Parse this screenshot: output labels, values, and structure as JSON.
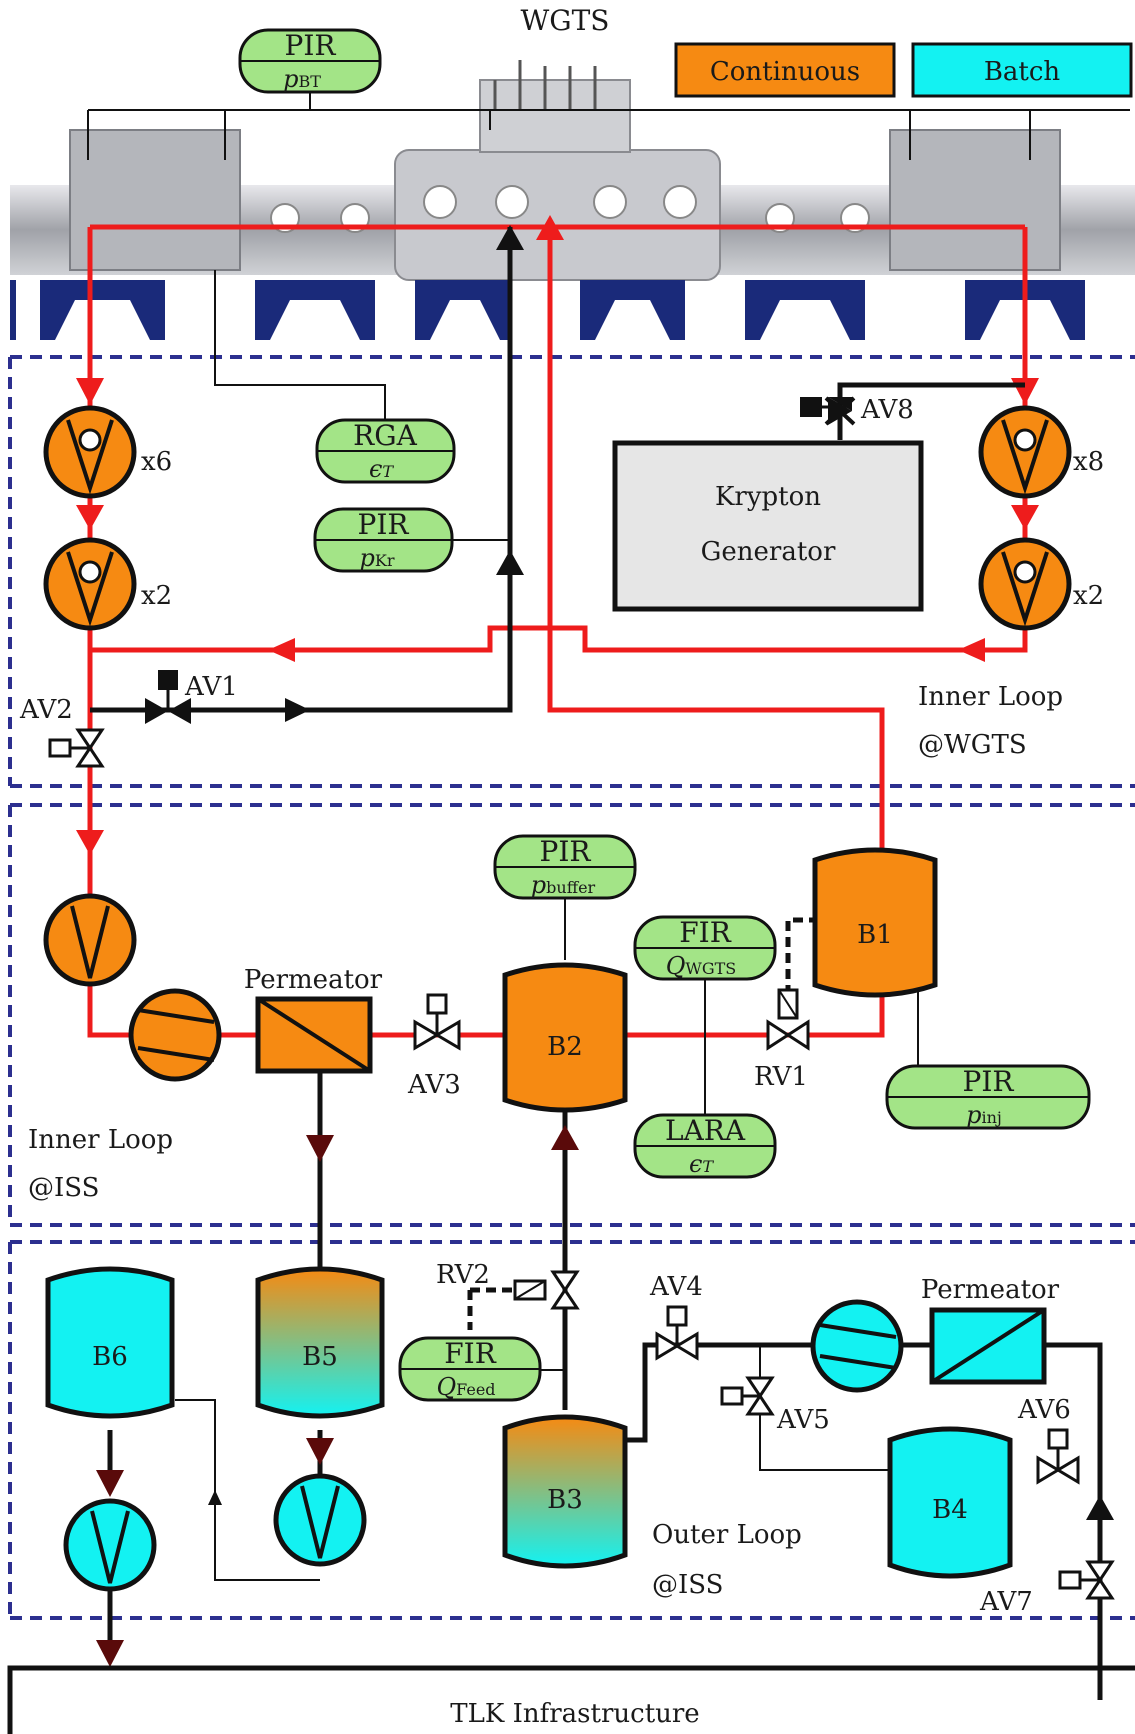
{
  "title": "WGTS",
  "legend": [
    {
      "label": "Continuous",
      "color": "#f68a12"
    },
    {
      "label": "Batch",
      "color": "#13f2f2"
    }
  ],
  "colors": {
    "continuous": "#f68a12",
    "batch": "#13f2f2",
    "instrument": "#a3e487",
    "flow_line": "#ee1c1c",
    "border_dash": "#2c2f8f",
    "arrow_dark": "#5a0a0a"
  },
  "instruments": {
    "pir_bt": {
      "top": "PIR",
      "bottom": "p",
      "sub": "BT"
    },
    "rga": {
      "top": "RGA",
      "bottom": "ϵ",
      "sub": "T"
    },
    "pir_kr": {
      "top": "PIR",
      "bottom": "p",
      "sub": "Kr"
    },
    "pir_buffer": {
      "top": "PIR",
      "bottom": "p",
      "sub": "buffer"
    },
    "fir_wgts": {
      "top": "FIR",
      "bottom": "Q",
      "sub": "WGTS"
    },
    "lara": {
      "top": "LARA",
      "bottom": "ϵ",
      "sub": "T"
    },
    "pir_inj": {
      "top": "PIR",
      "bottom": "p",
      "sub": "inj"
    },
    "fir_feed": {
      "top": "FIR",
      "bottom": "Q",
      "sub": "Feed"
    }
  },
  "pump_labels": {
    "x6": "x6",
    "x2_left": "x2",
    "x8": "x8",
    "x2_right": "x2"
  },
  "valves": {
    "av1": "AV1",
    "av2": "AV2",
    "av3": "AV3",
    "av4": "AV4",
    "av5": "AV5",
    "av6": "AV6",
    "av7": "AV7",
    "av8": "AV8",
    "rv1": "RV1",
    "rv2": "RV2"
  },
  "krypton_generator": {
    "line1": "Krypton",
    "line2": "Generator"
  },
  "permeators": {
    "inner": "Permeator",
    "outer": "Permeator"
  },
  "buffers": {
    "b1": "B1",
    "b2": "B2",
    "b3": "B3",
    "b4": "B4",
    "b5": "B5",
    "b6": "B6"
  },
  "regions": {
    "inner_wgts": {
      "line1": "Inner Loop",
      "line2": "@WGTS"
    },
    "inner_iss": {
      "line1": "Inner Loop",
      "line2": "@ISS"
    },
    "outer_iss": {
      "line1": "Outer Loop",
      "line2": "@ISS"
    }
  },
  "infrastructure": "TLK Infrastructure"
}
